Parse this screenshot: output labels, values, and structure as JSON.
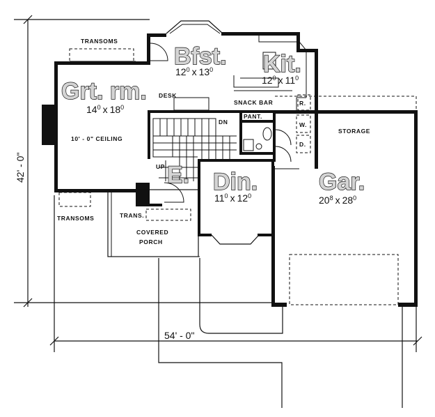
{
  "rooms": {
    "great_room": {
      "name": "Grt. rm.",
      "w": "14",
      "w_sup": "0",
      "sep": "x",
      "h": "18",
      "h_sup": "0",
      "note": "10' - 0\" CEILING"
    },
    "breakfast": {
      "name": "Bfst.",
      "w": "12",
      "w_sup": "0",
      "sep": "x",
      "h": "13",
      "h_sup": "0"
    },
    "kitchen": {
      "name": "Kit.",
      "w": "12",
      "w_sup": "0",
      "sep": "x",
      "h": "11",
      "h_sup": "0"
    },
    "dining": {
      "name": "Din.",
      "w": "11",
      "w_sup": "0",
      "sep": "x",
      "h": "12",
      "h_sup": "0"
    },
    "entry": {
      "name": "E."
    },
    "garage": {
      "name": "Gar.",
      "w": "20",
      "w_sup": "8",
      "sep": "x",
      "h": "28",
      "h_sup": "0"
    }
  },
  "labels": {
    "transoms_top": "TRANSOMS",
    "transoms_bottom": "TRANSOMS",
    "desk": "DESK",
    "snack_bar": "SNACK BAR",
    "pantry": "PANT.",
    "down": "DN",
    "up": "UP",
    "storage": "STORAGE",
    "refrigerator": "R.",
    "washer": "W.",
    "dryer": "D.",
    "transom_entry": "TRANS.",
    "covered": "COVERED",
    "porch": "PORCH"
  },
  "overall": {
    "depth": "42' - 0\"",
    "width": "54' - 0\""
  }
}
